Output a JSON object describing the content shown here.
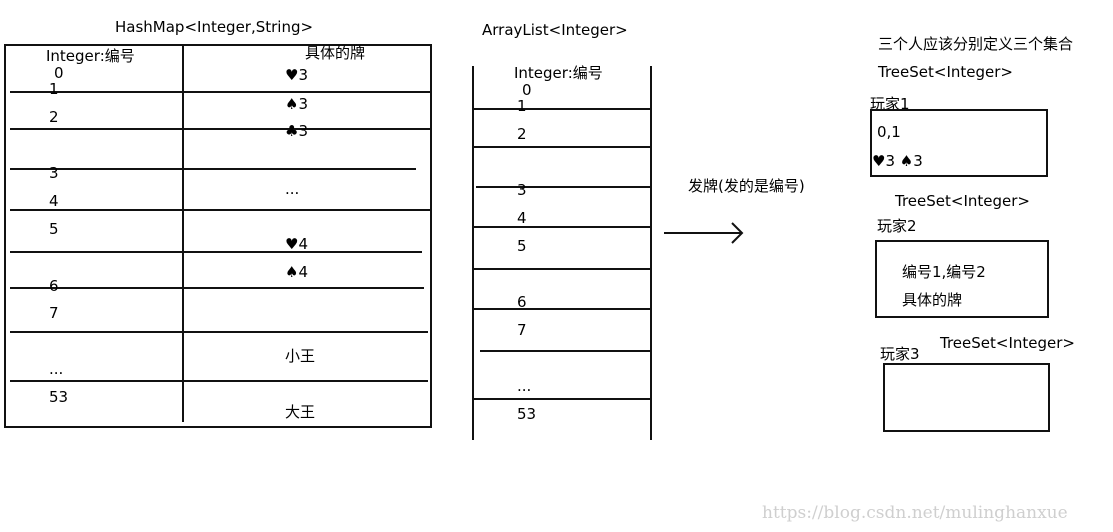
{
  "hashmap": {
    "title": "HashMap<Integer,String>",
    "col1_header": "Integer:编号",
    "col2_header": "具体的牌",
    "keys": [
      "0",
      "1",
      "2",
      "3",
      "4",
      "5",
      "6",
      "7",
      "...",
      "53"
    ],
    "values": [
      "♥3",
      "♠3",
      "♣3",
      "...",
      "♥4",
      "♠4",
      "小王",
      "大王"
    ]
  },
  "arraylist": {
    "title": "ArrayList<Integer>",
    "header": "Integer:编号",
    "items": [
      "0",
      "1",
      "2",
      "3",
      "4",
      "5",
      "6",
      "7",
      "...",
      "53"
    ]
  },
  "deal": {
    "label": "发牌(发的是编号)"
  },
  "players": {
    "note": "三个人应该分别定义三个集合",
    "treeset_label": "TreeSet<Integer>",
    "p1": {
      "name": "玩家1",
      "line1": "0,1",
      "line2": "♥3 ♠3"
    },
    "p2": {
      "name": "玩家2",
      "line1": "编号1,编号2",
      "line2": "具体的牌"
    },
    "p3": {
      "name": "玩家3"
    }
  },
  "watermark": "https://blog.csdn.net/mulinghanxue"
}
